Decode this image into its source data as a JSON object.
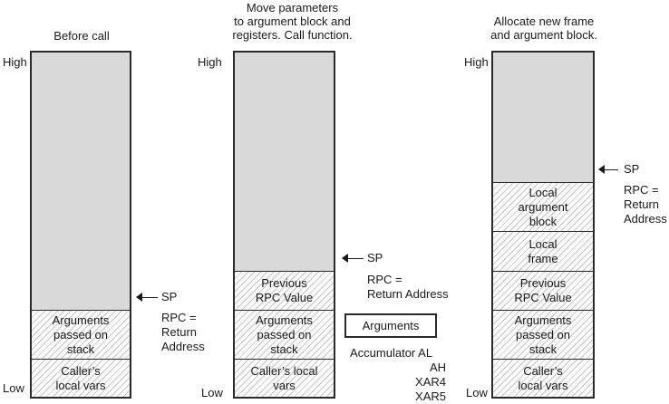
{
  "titles": {
    "before": "Before call",
    "middle": "Move parameters\nto argument block and\nregisters. Call function.",
    "after": "Allocate new frame\nand argument block."
  },
  "axis": {
    "high": "High",
    "low": "Low"
  },
  "stack1": {
    "args": "Arguments\npassed on\nstack",
    "locals": "Caller’s\nlocal vars"
  },
  "stack2": {
    "rpc": "Previous\nRPC Value",
    "args": "Arguments\npassed on\nstack",
    "locals": "Caller’s local\nvars"
  },
  "stack3": {
    "local_arg": "Local\nargument\nblock",
    "local_frame": "Local\nframe",
    "rpc": "Previous\nRPC Value",
    "args": "Arguments\npassed on\nstack",
    "locals": "Caller’s\nlocal vars"
  },
  "sp_label": "SP",
  "rpc_note_1": "RPC =\nReturn\nAddress",
  "rpc_note_2": "RPC =\nReturn Address",
  "rpc_note_3": "RPC =\nReturn\nAddress",
  "registers": {
    "box": "Arguments",
    "accumulator": "Accumulator AL",
    "list": "AH\nXAR4\nXAR5"
  }
}
